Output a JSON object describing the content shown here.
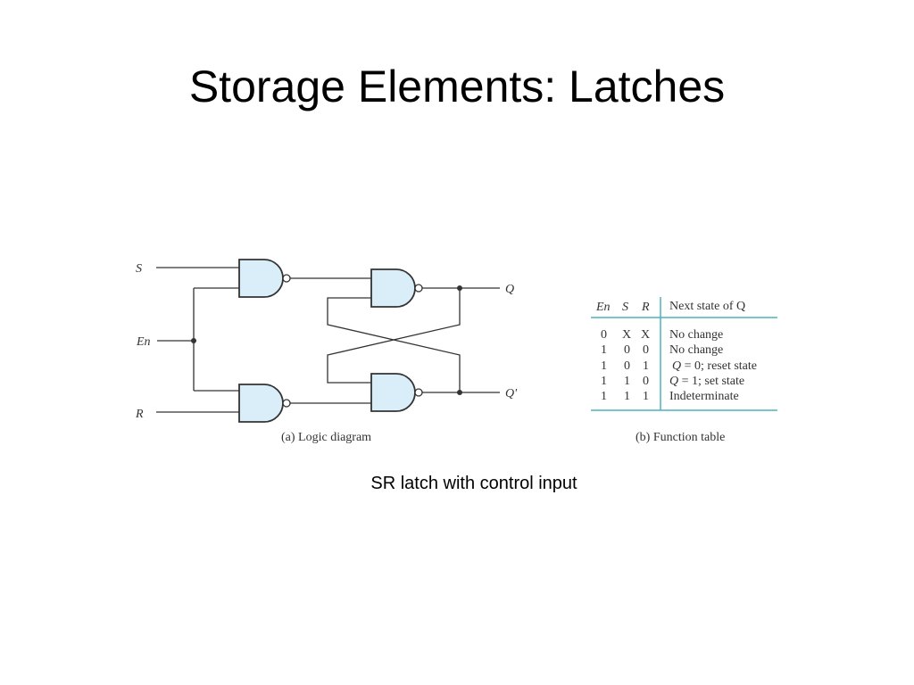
{
  "slide": {
    "title": "Storage Elements: Latches",
    "caption": "SR latch with control input"
  },
  "logic_diagram": {
    "caption": "(a) Logic diagram",
    "inputs": {
      "s": "S",
      "en": "En",
      "r": "R"
    },
    "outputs": {
      "q": "Q",
      "q_prime": "Q'"
    },
    "gate_fill": "#d9eef9",
    "gate_type": "nand"
  },
  "function_table": {
    "caption": "(b) Function table",
    "headers": [
      "En",
      "S",
      "R",
      "Next state of Q"
    ],
    "rows": [
      {
        "en": "0",
        "s": "X",
        "r": "X",
        "q_var": "",
        "state": "No change"
      },
      {
        "en": "1",
        "s": "0",
        "r": "0",
        "q_var": "",
        "state": "No change"
      },
      {
        "en": "1",
        "s": "0",
        "r": "1",
        "q_var": "Q",
        "state": " = 0; reset state"
      },
      {
        "en": "1",
        "s": "1",
        "r": "0",
        "q_var": "Q",
        "state": " = 1; set state"
      },
      {
        "en": "1",
        "s": "1",
        "r": "1",
        "q_var": "",
        "state": "Indeterminate"
      }
    ],
    "rule_color": "#4db3bf"
  }
}
